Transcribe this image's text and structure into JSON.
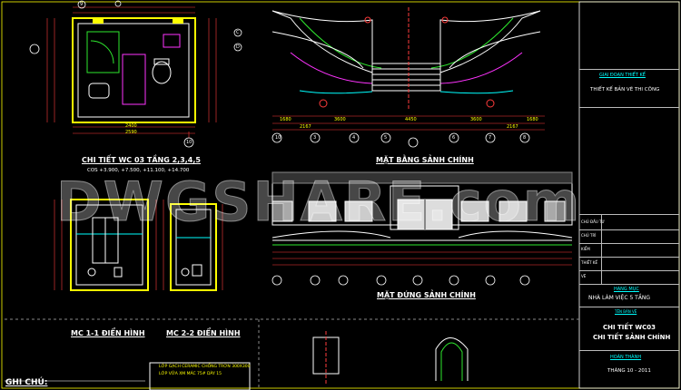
{
  "drawing": {
    "wc_title": "CHI TIẾT WC  03 TẦNG 2,3,4,5",
    "wc_levels": "COS +3.900, +7.500, +11.100, +14.700",
    "plan_title": "MẶT BẰNG SẢNH CHÍNH",
    "elevation_title": "MẶT ĐỨNG SẢNH CHÍNH",
    "section_1_title": "MC 1-1 ĐIỂN HÌNH",
    "section_2_title": "MC 2-2 ĐIỂN HÌNH",
    "notes_title": "GHI CHÚ:",
    "watermark": "DWGSHARE.com",
    "grid_numbers": [
      "3",
      "4",
      "5",
      "6",
      "7",
      "8"
    ],
    "grid_left": "10",
    "wc_grid_top": [
      "9",
      "10"
    ],
    "wc_grid_side": [
      "C",
      "D"
    ],
    "dims_plan": [
      "1680",
      "2167",
      "3600",
      "4450",
      "3600",
      "2167",
      "1680"
    ],
    "dims_wc": [
      "2400",
      "2590"
    ],
    "note_lines": [
      "LỚP GẠCH CERAMIC CHỐNG TRƠN 300X300",
      "LỚP VỮA XM MÁC 75# DÀY 15"
    ]
  },
  "title_block": {
    "phase_label": "GIAI ĐOẠN THIẾT KẾ",
    "phase_value": "THIẾT KẾ BẢN VẼ THI CÔNG",
    "rows": [
      "CHỦ ĐẦU TƯ",
      "CHỦ TRÌ",
      "KIỂM",
      "THIẾT KẾ",
      "VẼ"
    ],
    "category_label": "HẠNG MỤC",
    "category_value": "NHÀ LÀM VIỆC 5 TẦNG",
    "drawing_name_label": "TÊN BẢN VẼ",
    "drawing_name_1": "CHI TIẾT WC03",
    "drawing_name_2": "CHI TIẾT SẢNH CHÍNH",
    "completion_label": "HOÀN THÀNH",
    "completion_date": "THÁNG 10 - 2011"
  },
  "colors": {
    "background": "#000000",
    "frame": "#ffff00",
    "dim": "#ff3b3b",
    "wall": "#ffffff",
    "green": "#2ee82e",
    "cyan": "#00ffff",
    "magenta": "#ff33ff"
  }
}
